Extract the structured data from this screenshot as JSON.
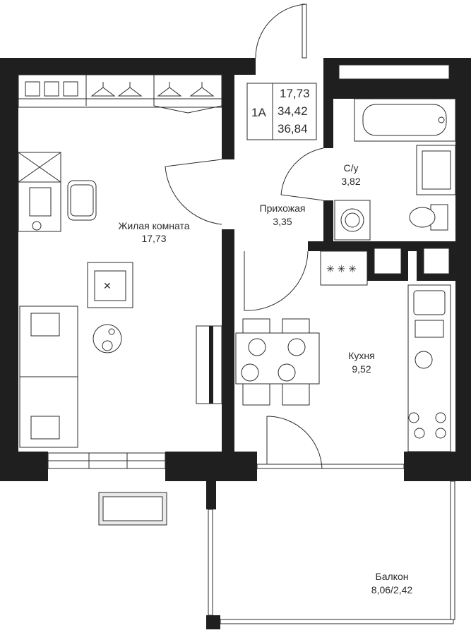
{
  "apartment": {
    "type": "1А",
    "areas": [
      "17,73",
      "34,42",
      "36,84"
    ]
  },
  "rooms": {
    "living": {
      "name": "Жилая комната",
      "area": "17,73"
    },
    "hall": {
      "name": "Прихожая",
      "area": "3,35"
    },
    "bath": {
      "name": "С/у",
      "area": "3,82"
    },
    "kitchen": {
      "name": "Кухня",
      "area": "9,52"
    },
    "balcony": {
      "name": "Балкон",
      "area": "8,06/2,42"
    }
  },
  "stove": {
    "burners": "✳ ✳ ✳"
  },
  "colors": {
    "wall": "#1f1f1f",
    "line": "#2b2b2b",
    "fill": "#ffffff"
  }
}
